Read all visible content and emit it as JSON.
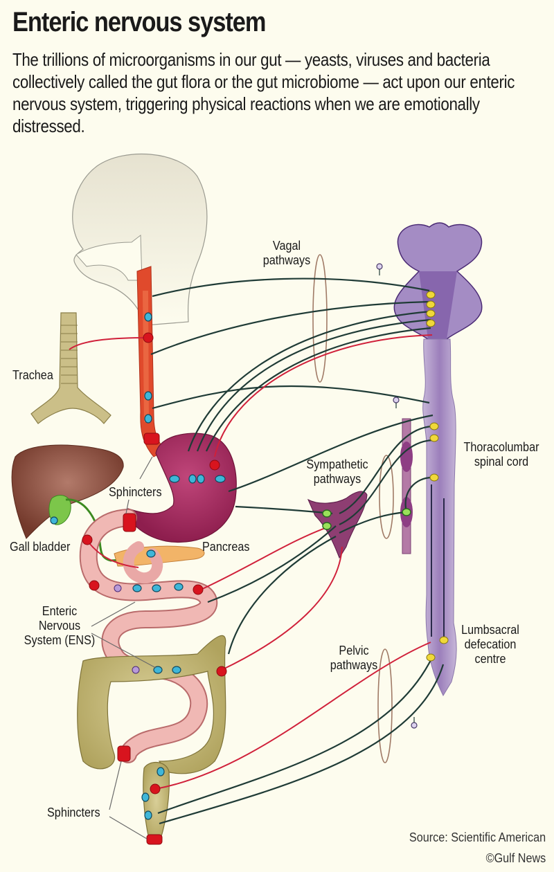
{
  "header": {
    "title": "Enteric nervous system",
    "intro": "The trillions of microorganisms in our gut — yeasts, viruses and bacteria collectively called the gut flora or the gut microbiome — act upon our enteric nervous system, triggering physical reactions when we are emotionally distressed."
  },
  "labels": {
    "vagal": [
      "Vagal",
      "pathways"
    ],
    "trachea": "Trachea",
    "thoracolumbar": [
      "Thoracolumbar",
      "spinal cord"
    ],
    "sympathetic": [
      "Sympathetic",
      "pathways"
    ],
    "sphincters_upper": "Sphincters",
    "gall_bladder": "Gall bladder",
    "pancreas": "Pancreas",
    "ens": [
      "Enteric",
      "Nervous",
      "System (ENS)"
    ],
    "lumbsacral": [
      "Lumbsacral",
      "defecation",
      "centre"
    ],
    "pelvic": [
      "Pelvic",
      "pathways"
    ],
    "sphincters_lower": "Sphincters"
  },
  "footer": {
    "source": "Source: Scientific American",
    "copyright": "©Gulf News"
  },
  "colors": {
    "background": "#fdfcee",
    "parasympathetic_nerve": "#1f3b36",
    "sympathetic_nerve": "#d0203a",
    "brainstem": "#9a7bb8",
    "stomach": "#a8285e",
    "liver": "#8a4a3a",
    "colon": "#c7b97a",
    "small_intestine": "#e8a8a8",
    "neuron_blue": "#3fb6d8",
    "neuron_yellow": "#f0d83a",
    "sphincter_red": "#d8141e"
  }
}
